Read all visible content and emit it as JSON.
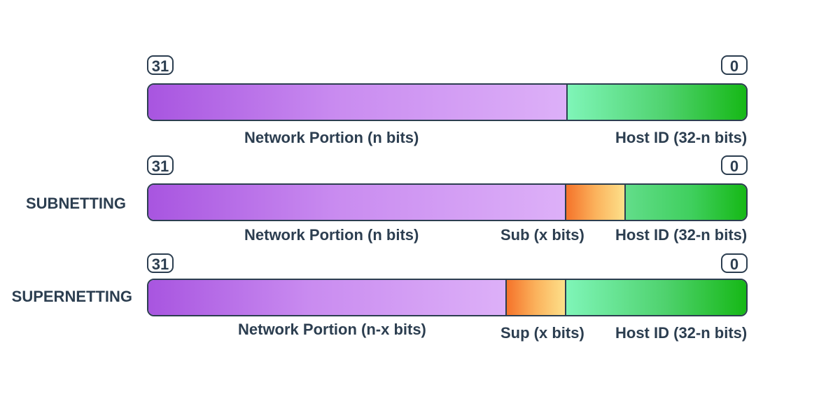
{
  "rows": [
    {
      "title": "",
      "bit_high": "31",
      "bit_low": "0",
      "segments": [
        {
          "label": "Network Portion (n bits)",
          "bits": "n"
        },
        {
          "label": "Host ID (32-n bits)",
          "bits": "32-n"
        }
      ]
    },
    {
      "title": "SUBNETTING",
      "bit_high": "31",
      "bit_low": "0",
      "segments": [
        {
          "label": "Network Portion (n bits)",
          "bits": "n"
        },
        {
          "label": "Sub (x bits)",
          "bits": "x"
        },
        {
          "label": "Host ID (32-n bits)",
          "bits": "32-n"
        }
      ]
    },
    {
      "title": "SUPERNETTING",
      "bit_high": "31",
      "bit_low": "0",
      "segments": [
        {
          "label": "Network Portion (n-x bits)",
          "bits": "n-x"
        },
        {
          "label": "Sup (x bits)",
          "bits": "x"
        },
        {
          "label": "Host ID (32-n bits)",
          "bits": "32-n"
        }
      ]
    }
  ],
  "colors": {
    "network": "#c98bf0",
    "host": "#4fd26e",
    "sub_sup": "#fbb25c",
    "outline": "#2c3e50"
  }
}
